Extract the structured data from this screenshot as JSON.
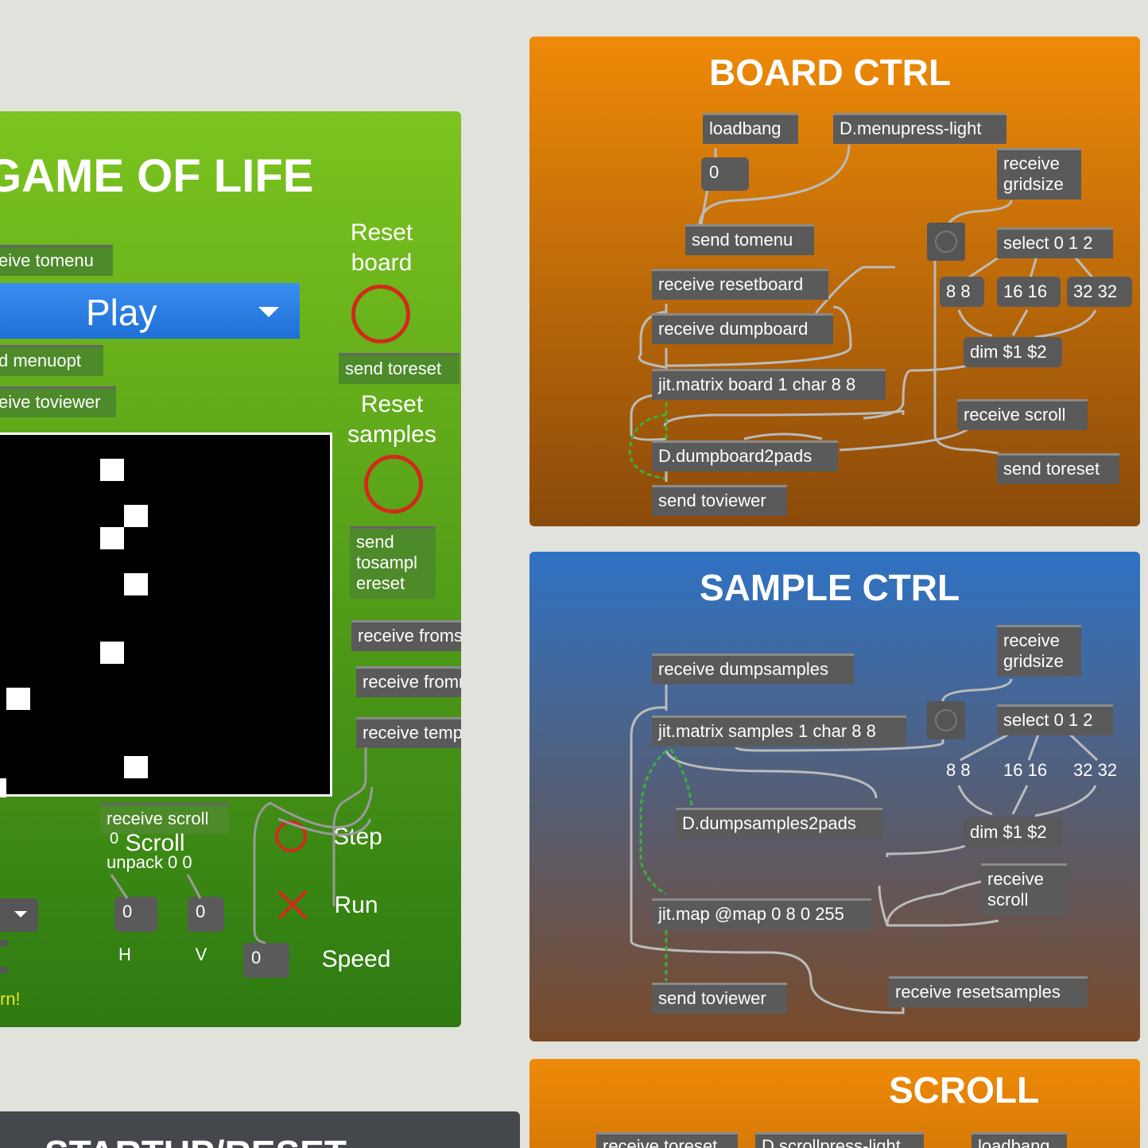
{
  "game": {
    "title": "GAME OF LIFE",
    "receive_tomenu": "eive tomenu",
    "menu_value": "Play",
    "send_menuopt": "d menuopt",
    "receive_toviewer": "eive toviewer",
    "reset_board_label": "Reset board",
    "send_toreset": "send toreset",
    "reset_samples_label": "Reset samples",
    "send_tosamplereset": "send tosampl ereset",
    "receive_fromstep": "receive fromstep",
    "receive_fromrun": "receive fromrun",
    "receive_tempo": "receive tempo",
    "receive_scroll": "receive scroll",
    "scroll_label": "Scroll",
    "scroll_prefix": "0",
    "unpack": "unpack 0 0",
    "h_value": "0",
    "v_value": "0",
    "h_label": "H",
    "v_label": "V",
    "speed_value": "0",
    "step_label": "Step",
    "run_label": "Run",
    "speed_label": "Speed",
    "warning": "rn!"
  },
  "board_ctrl": {
    "title": "BOARD CTRL",
    "loadbang": "loadbang",
    "menupress": "D.menupress-light",
    "zero": "0",
    "receive_gridsize": "receive gridsize",
    "send_tomenu": "send tomenu",
    "select": "select 0 1 2",
    "receive_resetboard": "receive resetboard",
    "m88": "8 8",
    "m1616": "16 16",
    "m3232": "32 32",
    "receive_dumpboard": "receive dumpboard",
    "dim": "dim $1 $2",
    "jit_matrix": "jit.matrix board 1 char 8 8",
    "receive_scroll": "receive scroll",
    "dumpboard2pads": "D.dumpboard2pads",
    "send_toreset": "send toreset",
    "send_toviewer": "send toviewer"
  },
  "sample_ctrl": {
    "title": "SAMPLE CTRL",
    "receive_gridsize": "receive gridsize",
    "receive_dumpsamples": "receive dumpsamples",
    "jit_matrix": "jit.matrix samples 1 char 8 8",
    "select": "select 0 1 2",
    "m88": "8 8",
    "m1616": "16 16",
    "m3232": "32 32",
    "dumpsamples2pads": "D.dumpsamples2pads",
    "dim": "dim $1 $2",
    "receive_scroll": "receive scroll",
    "jit_map": "jit.map @map 0 8 0 255",
    "send_toviewer": "send toviewer",
    "receive_resetsamples": "receive resetsamples"
  },
  "scroll_panel": {
    "title": "SCROLL",
    "receive_toreset": "receive toreset",
    "scrollpress": "D.scrollpress-light",
    "loadbang": "loadbang"
  },
  "startup_panel": {
    "title": "STARTUP/RESET"
  },
  "colors": {
    "green_top": "#7cc41f",
    "green_bottom": "#2d7a12",
    "orange_top": "#ef8a08",
    "orange_bottom": "#8a4a0a",
    "blue_top": "#2f72c4",
    "blue_bottom": "#7a4a28",
    "menu_blue": "#2e7fe0",
    "ring_red": "#d22a1a"
  }
}
